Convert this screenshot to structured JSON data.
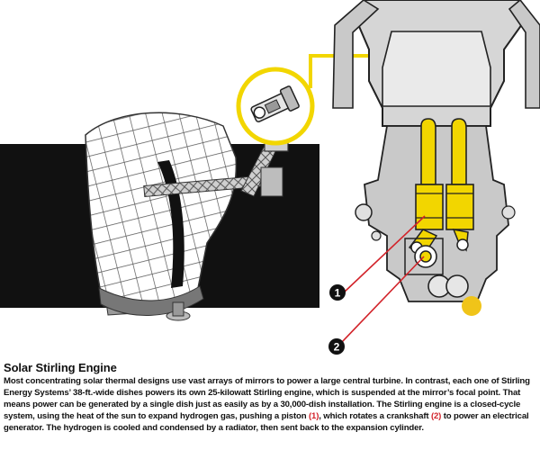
{
  "colors": {
    "yellow": "#f2d600",
    "gold": "#f0c419",
    "red_callout": "#d2232a",
    "engine_gray": "#c9c9c9",
    "background_black": "#111111"
  },
  "callouts": [
    {
      "number": "1",
      "meaning": "piston"
    },
    {
      "number": "2",
      "meaning": "crankshaft"
    }
  ],
  "caption": {
    "title": "Solar Stirling Engine",
    "body_1": "Most concentrating solar thermal designs use vast arrays of mirrors to power a large central turbine. In contrast, each one of Stirling Energy Systems’ 38-ft.-wide dishes powers its own 25-kilowatt Stirling engine, which is suspended at the mirror’s focal point. That means power can be generated by a single dish just as easily as by a 30,000-dish installation. The Stirling engine is a closed-cycle system, using the heat of the sun to expand hydrogen gas, pushing a piston ",
    "ref_1": "(1)",
    "body_2": ", which rotates a crankshaft ",
    "ref_2": "(2)",
    "body_3": " to power an electrical generator. The hydrogen is cooled and condensed by a radiator, then sent back to the expansion cylinder."
  }
}
